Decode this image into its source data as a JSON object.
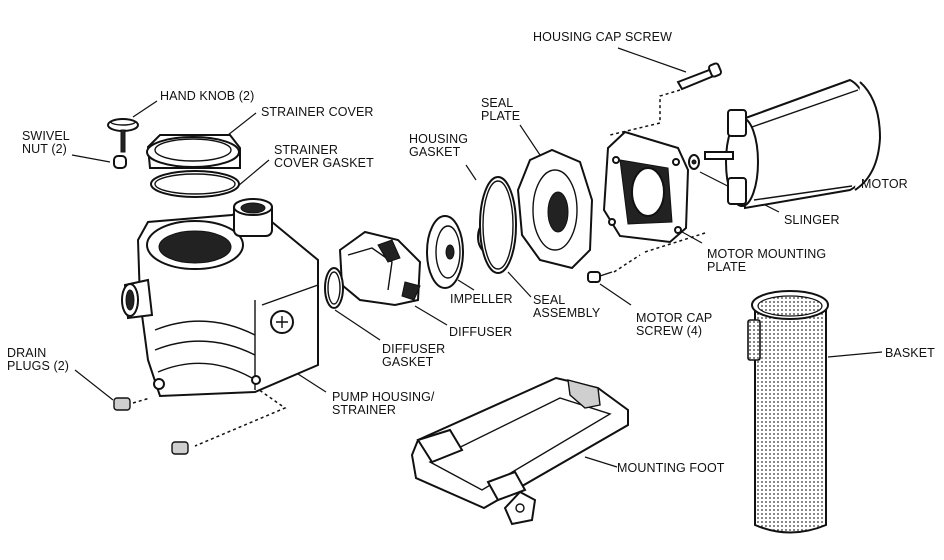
{
  "diagram": {
    "title": "Pump exploded parts view",
    "colors": {
      "ink": "#111111",
      "background": "#ffffff"
    },
    "labels": {
      "housing_cap_screw": [
        "HOUSING CAP SCREW"
      ],
      "hand_knob": [
        "HAND KNOB (2)"
      ],
      "strainer_cover": [
        "STRAINER COVER"
      ],
      "swivel_nut": [
        "SWIVEL",
        "NUT (2)"
      ],
      "strainer_cover_gasket": [
        "STRAINER",
        "COVER GASKET"
      ],
      "seal_plate": [
        "SEAL",
        "PLATE"
      ],
      "housing_gasket": [
        "HOUSING",
        "GASKET"
      ],
      "motor": [
        "MOTOR"
      ],
      "slinger": [
        "SLINGER"
      ],
      "motor_mounting_plate": [
        "MOTOR MOUNTING",
        "PLATE"
      ],
      "impeller": [
        "IMPELLER"
      ],
      "seal_assembly": [
        "SEAL",
        "ASSEMBLY"
      ],
      "motor_cap_screw": [
        "MOTOR CAP",
        "SCREW (4)"
      ],
      "diffuser": [
        "DIFFUSER"
      ],
      "diffuser_gasket": [
        "DIFFUSER",
        "GASKET"
      ],
      "basket": [
        "BASKET"
      ],
      "drain_plugs": [
        "DRAIN",
        "PLUGS (2)"
      ],
      "pump_housing_strainer": [
        "PUMP HOUSING/",
        "STRAINER"
      ],
      "mounting_foot": [
        "MOUNTING FOOT"
      ]
    }
  }
}
